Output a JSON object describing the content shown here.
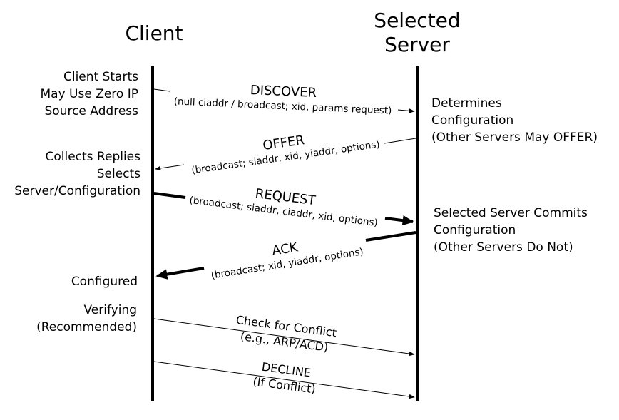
{
  "headers": {
    "client": "Client",
    "server_line1": "Selected",
    "server_line2": "Server"
  },
  "client_notes": {
    "start": [
      "Client Starts",
      "May Use Zero IP",
      "Source Address"
    ],
    "collect": [
      "Collects Replies",
      "Selects",
      "Server/Configuration"
    ],
    "configured": "Configured",
    "verifying": [
      "Verifying",
      "(Recommended)"
    ]
  },
  "server_notes": {
    "determines": [
      "Determines",
      "Configuration",
      "(Other Servers May OFFER)"
    ],
    "commits": [
      "Selected Server Commits",
      "Configuration",
      "(Other Servers Do Not)"
    ]
  },
  "messages": [
    {
      "name": "DISCOVER",
      "params": "(null ciaddr / broadcast; xid, params request)",
      "direction": "to-server"
    },
    {
      "name": "OFFER",
      "params": "(broadcast; siaddr, xid, yiaddr, options)",
      "direction": "to-client"
    },
    {
      "name": "REQUEST",
      "params": "(broadcast; siaddr, ciaddr, xid, options)",
      "direction": "to-server"
    },
    {
      "name": "ACK",
      "params": "(broadcast; xid, yiaddr, options)",
      "direction": "to-client"
    },
    {
      "name": "Check for Conflict",
      "params": "(e.g., ARP/ACD)",
      "direction": "to-server"
    },
    {
      "name": "DECLINE",
      "params": "(If Conflict)",
      "direction": "to-server"
    }
  ]
}
